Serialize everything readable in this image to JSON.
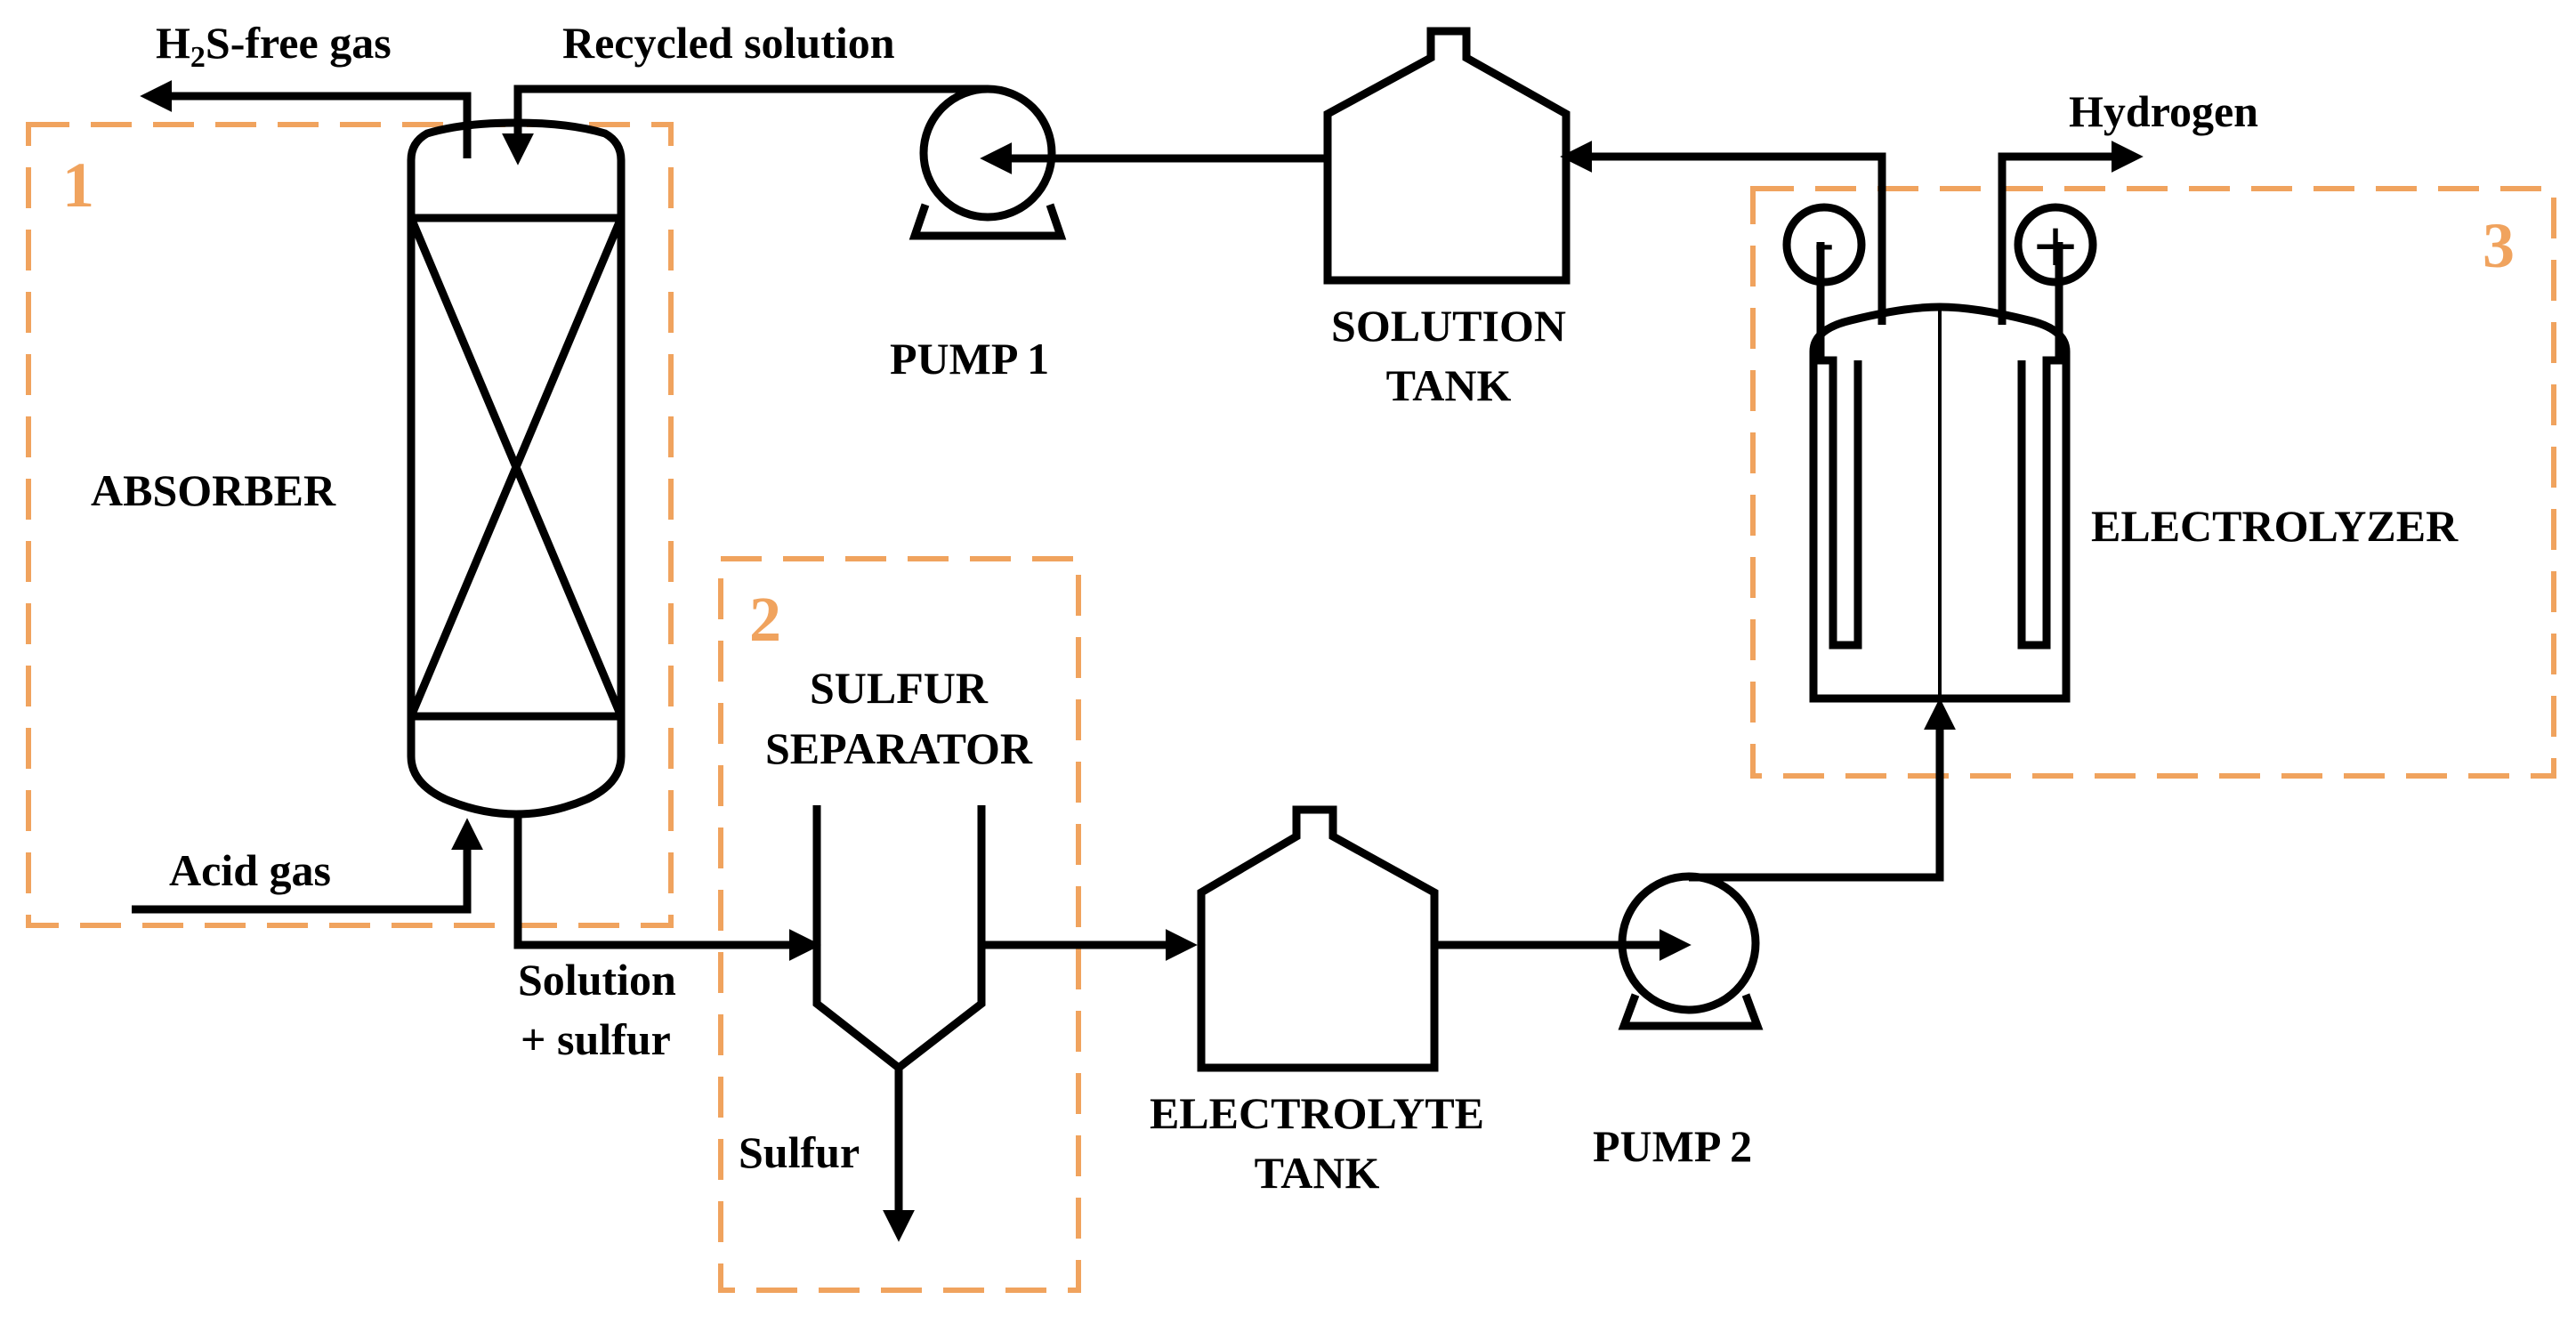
{
  "streams": {
    "h2s_free_gas_prefix": "H",
    "h2s_free_gas_sub": "2",
    "h2s_free_gas_suffix": "S-free gas",
    "recycled_solution": "Recycled solution",
    "acid_gas": "Acid gas",
    "solution_sulfur_line1": "Solution",
    "solution_sulfur_line2": "+ sulfur",
    "sulfur": "Sulfur",
    "hydrogen": "Hydrogen"
  },
  "units": {
    "absorber": "ABSORBER",
    "pump1": "PUMP 1",
    "solution_tank_line1": "SOLUTION",
    "solution_tank_line2": "TANK",
    "electrolyzer": "ELECTROLYZER",
    "sulfur_separator_line1": "SULFUR",
    "sulfur_separator_line2": "SEPARATOR",
    "electrolyte_tank_line1": "ELECTROLYTE",
    "electrolyte_tank_line2": "TANK",
    "pump2": "PUMP 2"
  },
  "zones": {
    "zone1": "1",
    "zone2": "2",
    "zone3": "3"
  },
  "electrodes": {
    "negative": "-",
    "positive": "+"
  },
  "colors": {
    "zone_border": "#F0A35E",
    "line": "#000000"
  }
}
